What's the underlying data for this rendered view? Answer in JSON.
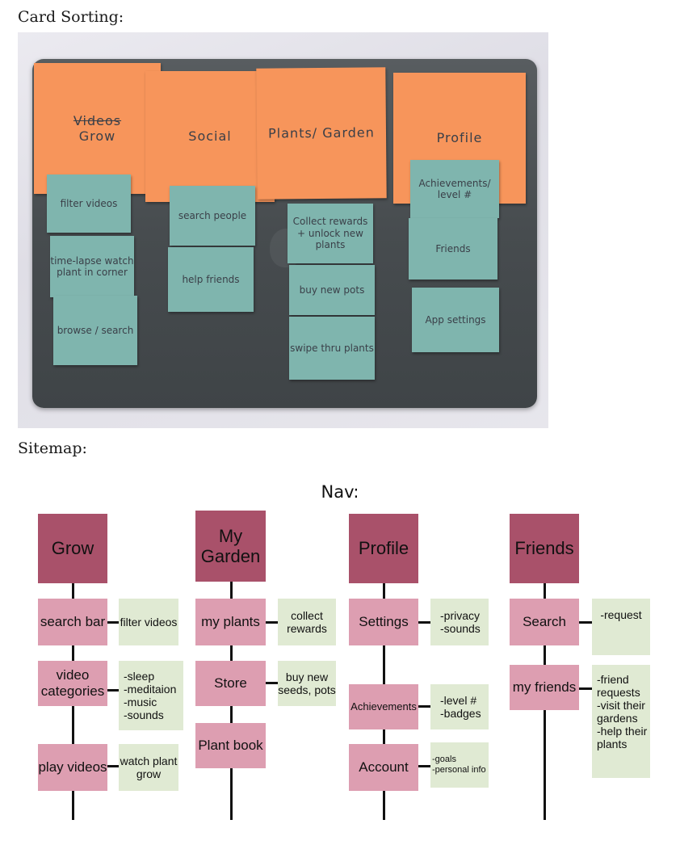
{
  "headings": {
    "card_sorting": "Card Sorting:",
    "sitemap": "Sitemap:"
  },
  "photo": {
    "orange_cards": {
      "grow_struck": "Videos",
      "grow": "Grow",
      "social": "Social",
      "plants": "Plants/ Garden",
      "profile": "Profile"
    },
    "teal_cards": {
      "filter_videos": "filter videos",
      "timelapse": "time-lapse watch plant in corner",
      "browse": "browse / search",
      "search_people": "search people",
      "help_friends": "help friends",
      "collect_rewards": "Collect rewards + unlock new plants",
      "buy_pots": "buy new pots",
      "swipe_plants": "swipe thru plants",
      "achievements": "Achievements/ level #",
      "friends": "Friends",
      "app_settings": "App settings"
    }
  },
  "sitemap": {
    "title": "Nav:",
    "grow": {
      "header": "Grow",
      "items": [
        {
          "label": "search bar",
          "note": "filter videos"
        },
        {
          "label": "video categories",
          "note": "-sleep\n-meditaion\n-music\n-sounds"
        },
        {
          "label": "play videos",
          "note": "watch plant grow"
        }
      ]
    },
    "garden": {
      "header": "My Garden",
      "items": [
        {
          "label": "my plants",
          "note": "collect rewards"
        },
        {
          "label": "Store",
          "note": "buy new seeds, pots"
        },
        {
          "label": "Plant book"
        }
      ]
    },
    "profile": {
      "header": "Profile",
      "items": [
        {
          "label": "Settings",
          "note": "-privacy\n-sounds"
        },
        {
          "label": "Achievements",
          "note": "-level #\n-badges"
        },
        {
          "label": "Account",
          "note": "-goals\n-personal info"
        }
      ]
    },
    "friends": {
      "header": "Friends",
      "items": [
        {
          "label": "Search",
          "note": "-request"
        },
        {
          "label": "my friends",
          "note": "-friend\nrequests\n-visit their\ngardens\n-help their\nplants"
        }
      ]
    },
    "colors": {
      "header": "#a9516a",
      "item": "#dd9eb1",
      "note": "#e0ead3",
      "sticky_orange": "#f7955b",
      "sticky_teal": "#7fb5ae"
    }
  }
}
